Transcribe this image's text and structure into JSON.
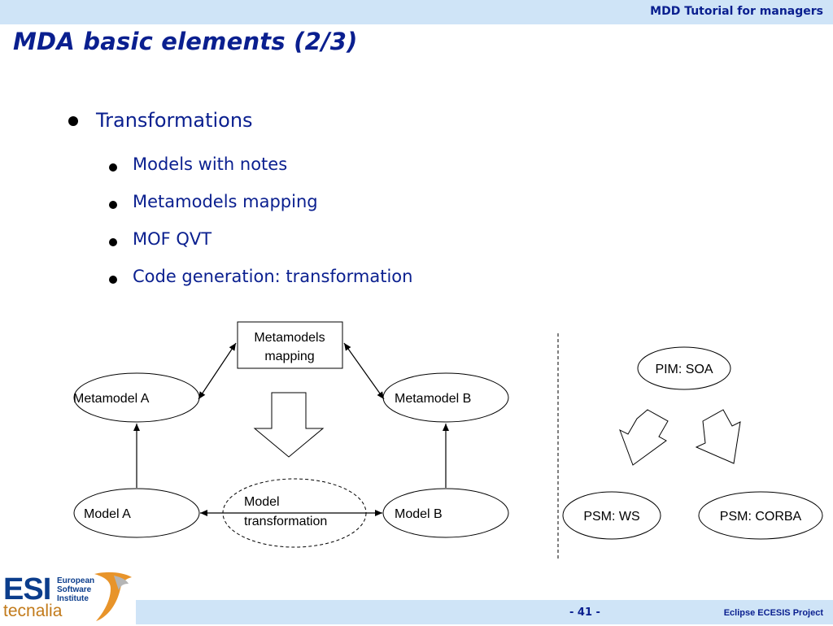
{
  "header": {
    "course": "MDD Tutorial for managers"
  },
  "title": "MDA basic elements (2/3)",
  "bullets": {
    "main": "Transformations",
    "sub": [
      "Models with notes",
      "Metamodels mapping",
      "MOF QVT",
      "Code generation: transformation"
    ]
  },
  "diagram": {
    "mapping_box": [
      "Metamodels",
      "mapping"
    ],
    "metamodel_a": "Metamodel A",
    "metamodel_b": "Metamodel B",
    "model_a": "Model A",
    "model_b": "Model B",
    "model_transformation": [
      "Model",
      "transformation"
    ],
    "pim": "PIM: SOA",
    "psm_ws": "PSM: WS",
    "psm_corba": "PSM: CORBA"
  },
  "footer": {
    "page": "- 41 -",
    "project": "Eclipse ECESIS Project",
    "logo_esi": "ESI",
    "logo_esi_lines": [
      "European",
      "Software",
      "Institute"
    ],
    "logo_tecnalia": "tecnalia"
  },
  "colors": {
    "title": "#0a1f8f",
    "bar": "#cfe4f7",
    "logo_blue": "#0b3d8c",
    "logo_orange": "#c27a1a"
  }
}
